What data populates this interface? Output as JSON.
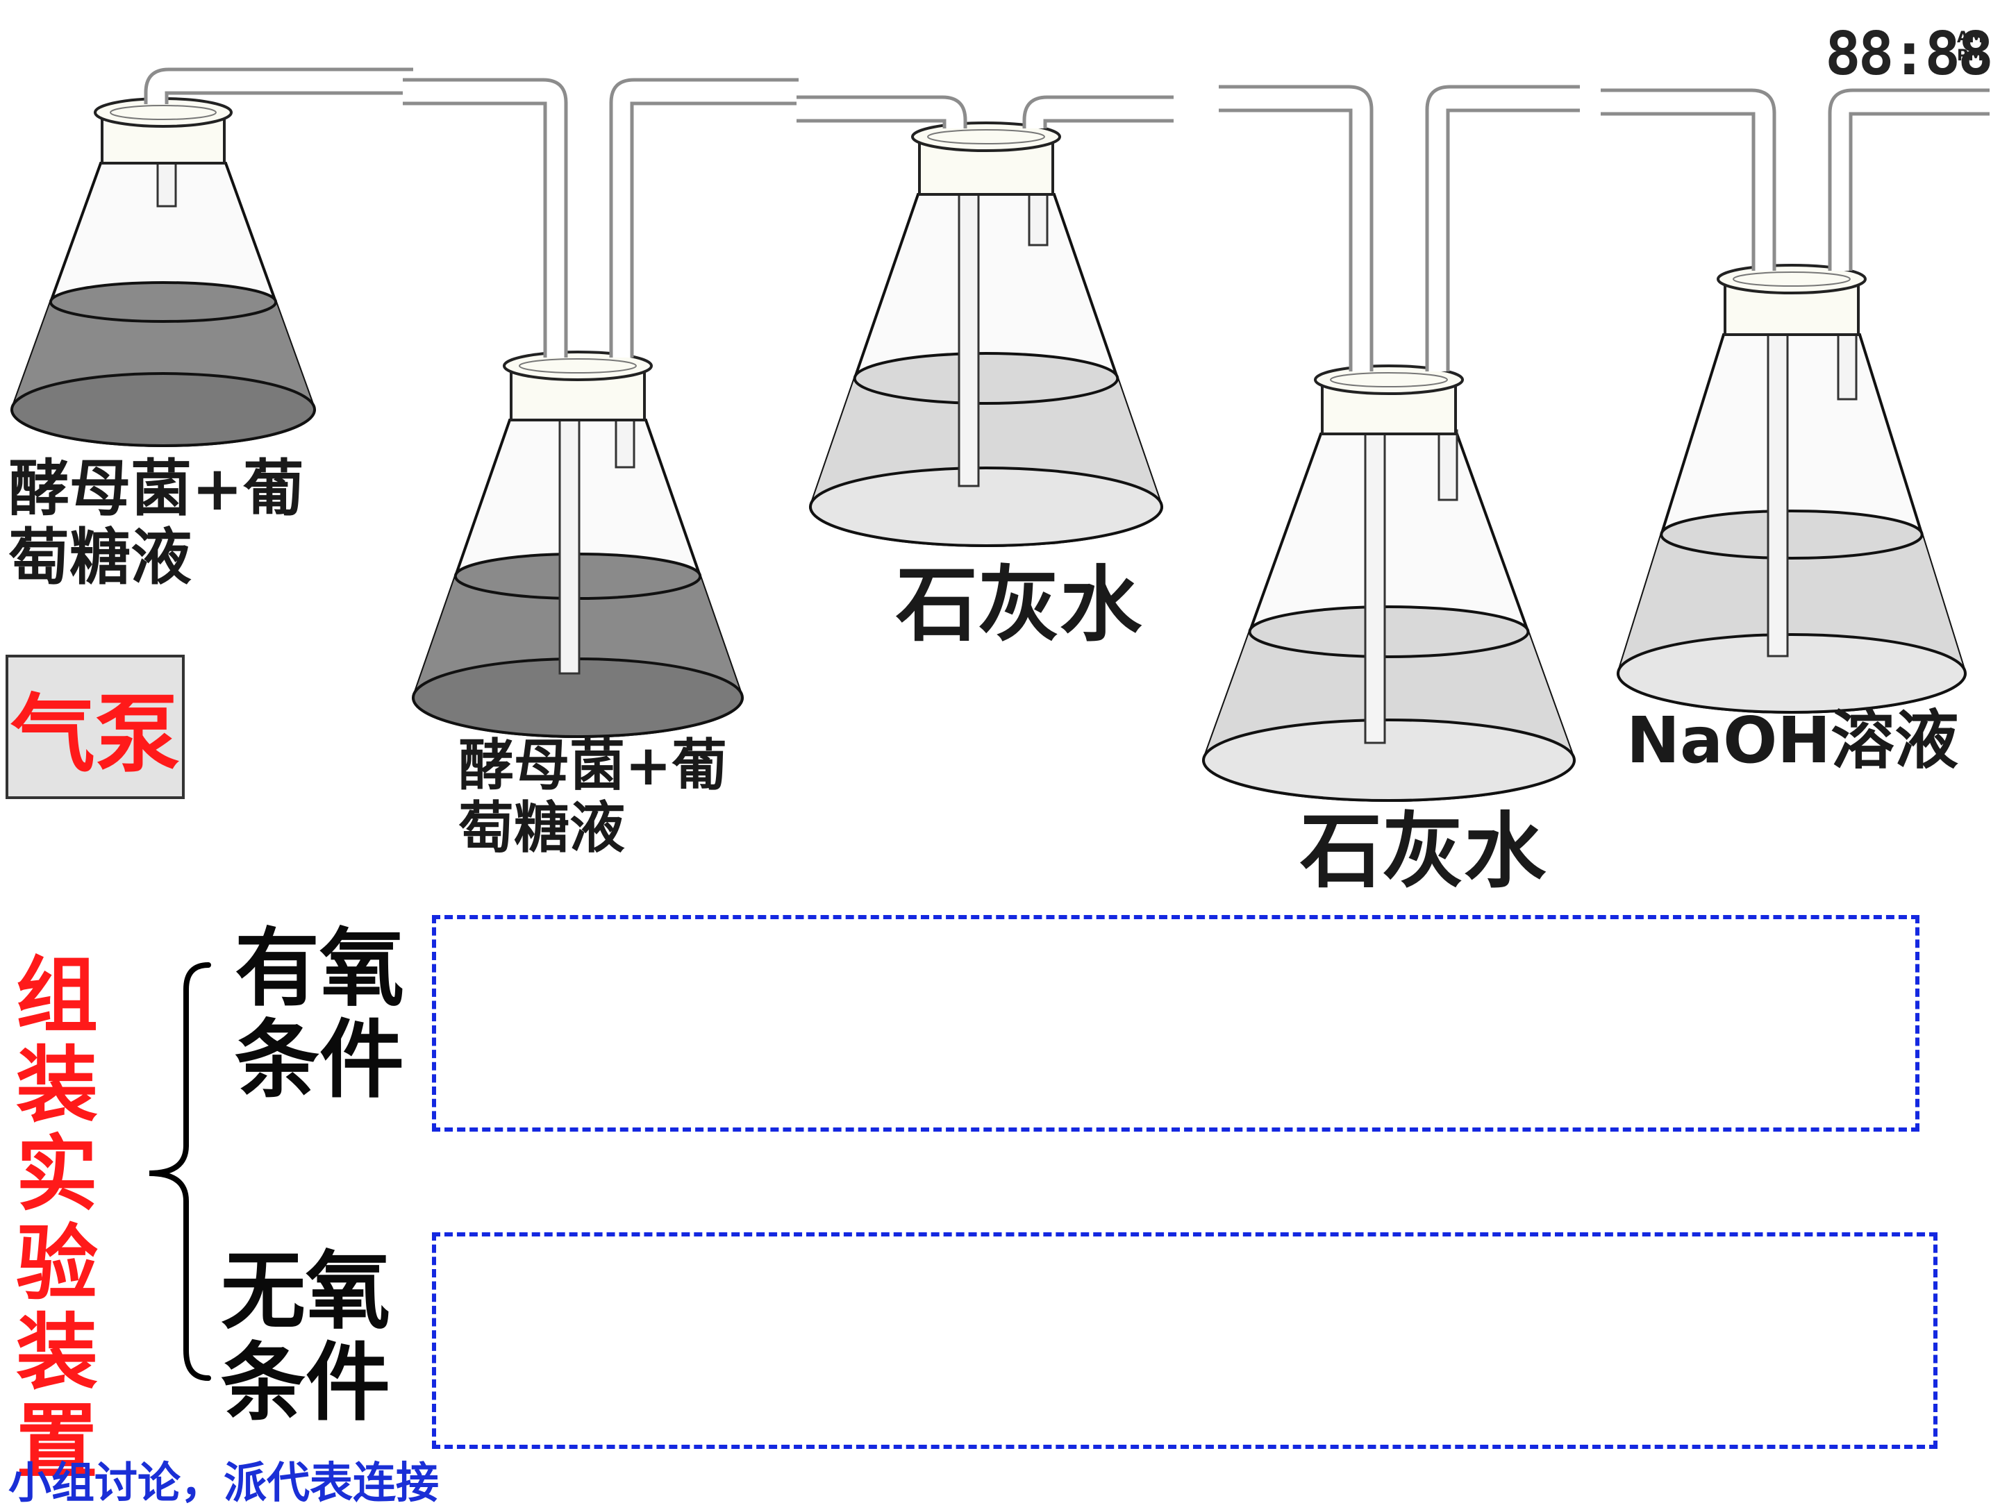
{
  "flasks": [
    {
      "label_lines": [
        "酵母菌+葡",
        "萄糖液"
      ]
    },
    {
      "label_lines": [
        "酵母菌+葡",
        "萄糖液"
      ]
    },
    {
      "label_lines": [
        "石灰水"
      ]
    },
    {
      "label_lines": [
        "石灰水"
      ]
    },
    {
      "label_lines": [
        "NaOH溶液"
      ]
    }
  ],
  "pump": {
    "label": "气泵"
  },
  "assembly": {
    "title": "组装实验装置",
    "aerobic": {
      "line1": "有氧",
      "line2": "条件"
    },
    "anaerobic": {
      "line1": "无氧",
      "line2": "条件"
    }
  },
  "footer": "小组讨论，派代表连接",
  "clock": {
    "time": "88:88",
    "ampm": "AM PM"
  },
  "colors": {
    "accent_red": "#ff1a1a",
    "dashed_blue": "#1428e0",
    "footer_blue": "#1a2fd6",
    "dark_liquid": "#8a8a8a",
    "light_liquid": "#d9d9d9"
  }
}
